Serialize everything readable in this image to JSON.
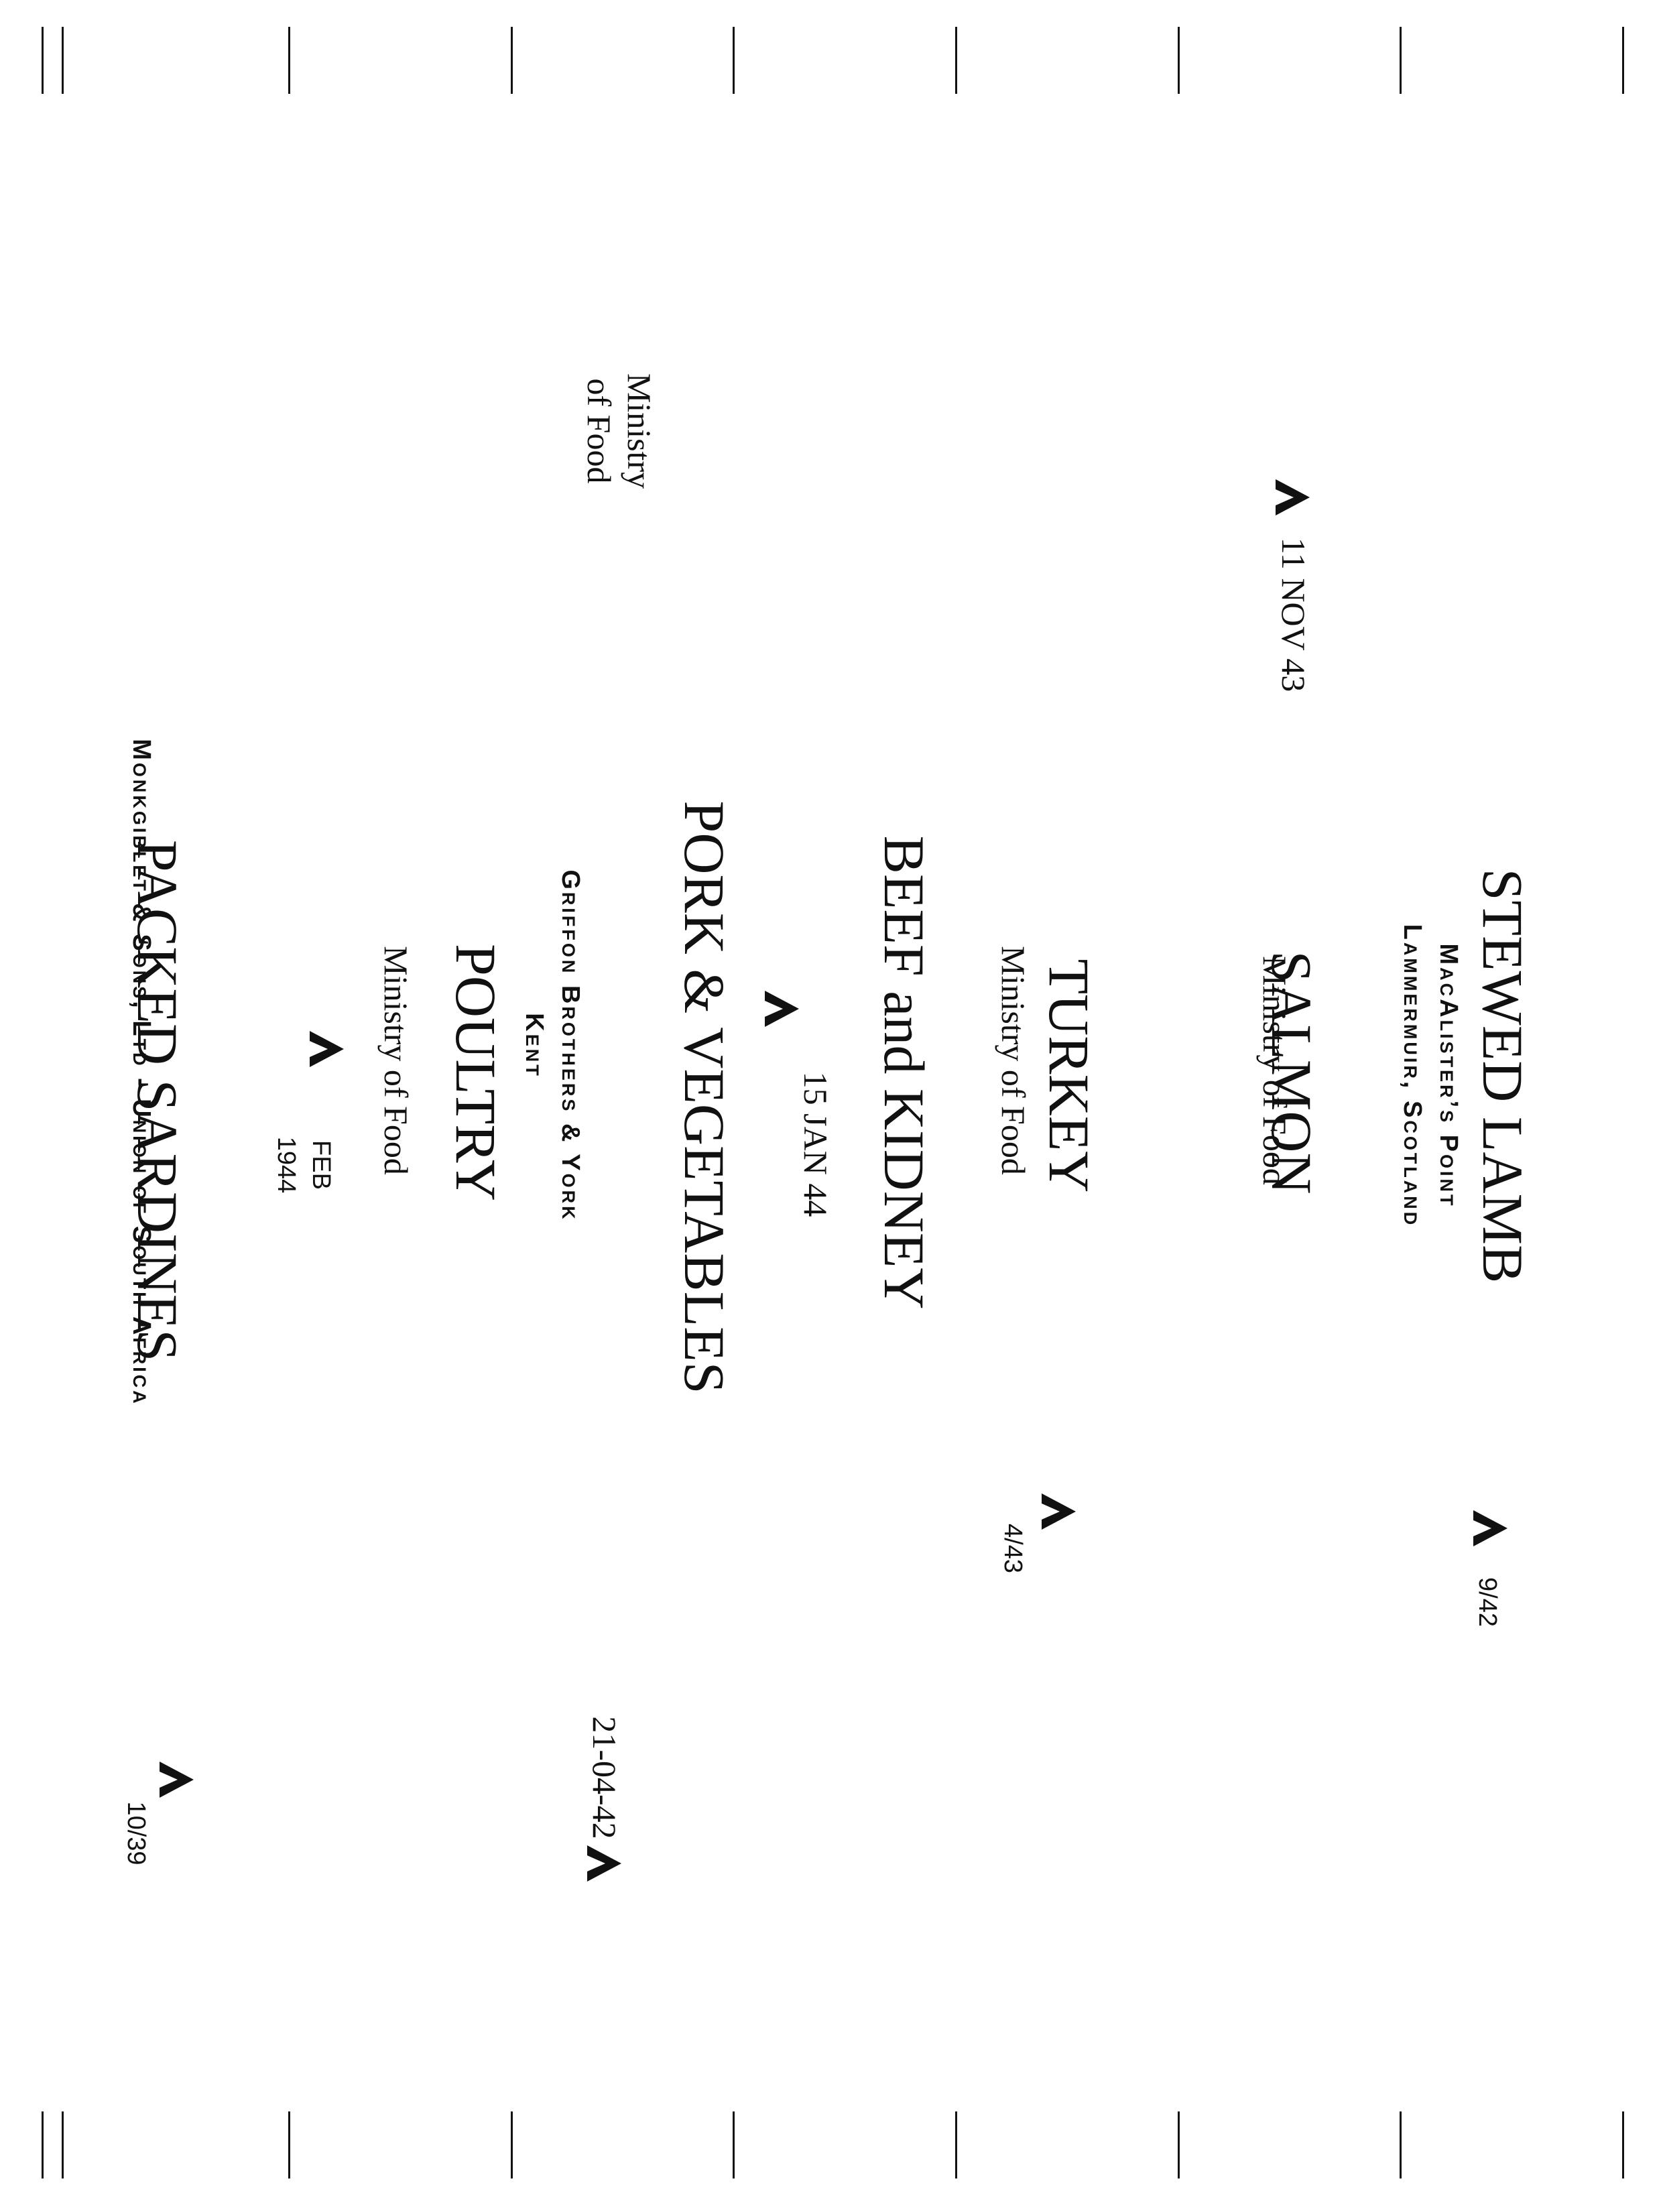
{
  "labels": {
    "stewed_lamb": {
      "title": "STEWED LAMB",
      "line1": "MacAlister’s Point",
      "line2": "Lammermuir, Scotland",
      "date": "9/42"
    },
    "salmon": {
      "title": "SALMON",
      "sub": "Ministry of Food",
      "date": "11 NOV 43"
    },
    "turkey": {
      "title": "TURKEY",
      "sub": "Ministry of Food",
      "date": "4/43"
    },
    "beef": {
      "title": "BEEF and KIDNEY",
      "date": "15 JAN 44"
    },
    "pork": {
      "title": "PORK & VEGETABLES",
      "line1": "Griffon Brothers & York",
      "line2": "Kent",
      "date": "21-04-42"
    },
    "ministry": {
      "line1": "Ministry",
      "line2": "of Food"
    },
    "poultry": {
      "title": "POULTRY",
      "sub": "Ministry of Food",
      "date1": "FEB",
      "date2": "1944"
    },
    "sardines": {
      "title": "PACKED SARDINES",
      "maker": "Monkgiblet & Sons, Ltd - Union of South Africa",
      "date": "10/39"
    }
  },
  "icons": {
    "broad_arrow": "broad-arrow-icon"
  },
  "colors": {
    "ink": "#111111",
    "paper": "#ffffff"
  }
}
